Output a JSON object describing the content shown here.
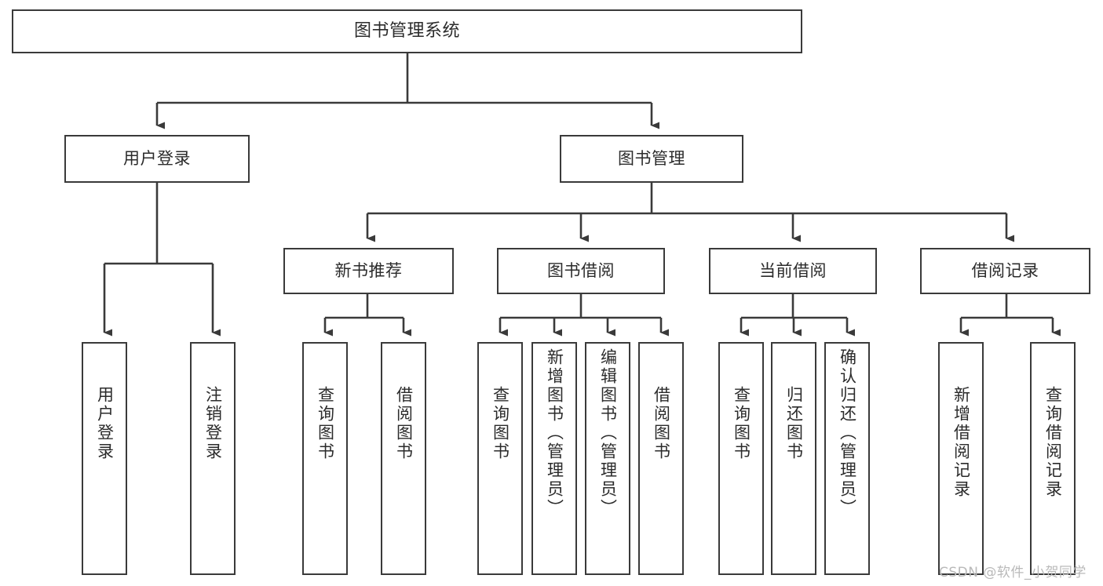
{
  "diagram": {
    "type": "tree-hierarchy",
    "title": "图书管理系统",
    "watermark": "CSDN @软件_小贺同学",
    "colors": {
      "background": "#ffffff",
      "stroke": "#3a3a3a",
      "text": "#2b2b2b",
      "watermark": "#b9b9b9"
    },
    "levels": {
      "level1": [
        {
          "id": "root",
          "label": "图书管理系统",
          "orientation": "horizontal"
        }
      ],
      "level2": [
        {
          "id": "user-login",
          "label": "用户登录",
          "orientation": "horizontal",
          "parent": "root"
        },
        {
          "id": "book-manage",
          "label": "图书管理",
          "orientation": "horizontal",
          "parent": "root"
        }
      ],
      "level3": [
        {
          "id": "new-book-rec",
          "label": "新书推荐",
          "orientation": "horizontal",
          "parent": "book-manage"
        },
        {
          "id": "book-borrow",
          "label": "图书借阅",
          "orientation": "horizontal",
          "parent": "book-manage"
        },
        {
          "id": "current-borrow",
          "label": "当前借阅",
          "orientation": "horizontal",
          "parent": "book-manage"
        },
        {
          "id": "borrow-record",
          "label": "借阅记录",
          "orientation": "horizontal",
          "parent": "book-manage"
        }
      ],
      "level4": [
        {
          "id": "leaf-user-login",
          "label": "用户登录",
          "orientation": "vertical",
          "parent": "user-login"
        },
        {
          "id": "leaf-logout",
          "label": "注销登录",
          "orientation": "vertical",
          "parent": "user-login"
        },
        {
          "id": "leaf-query-book-1",
          "label": "查询图书",
          "orientation": "vertical",
          "parent": "new-book-rec"
        },
        {
          "id": "leaf-borrow-book-1",
          "label": "借阅图书",
          "orientation": "vertical",
          "parent": "new-book-rec"
        },
        {
          "id": "leaf-query-book-2",
          "label": "查询图书",
          "orientation": "vertical",
          "parent": "book-borrow"
        },
        {
          "id": "leaf-add-book",
          "label": "新增图书（管理员）",
          "orientation": "vertical",
          "parent": "book-borrow"
        },
        {
          "id": "leaf-edit-book",
          "label": "编辑图书（管理员）",
          "orientation": "vertical",
          "parent": "book-borrow"
        },
        {
          "id": "leaf-borrow-book-2",
          "label": "借阅图书",
          "orientation": "vertical",
          "parent": "book-borrow"
        },
        {
          "id": "leaf-query-book-3",
          "label": "查询图书",
          "orientation": "vertical",
          "parent": "current-borrow"
        },
        {
          "id": "leaf-return-book",
          "label": "归还图书",
          "orientation": "vertical",
          "parent": "current-borrow"
        },
        {
          "id": "leaf-confirm-return",
          "label": "确认归还（管理员）",
          "orientation": "vertical",
          "parent": "current-borrow"
        },
        {
          "id": "leaf-add-record",
          "label": "新增借阅记录",
          "orientation": "vertical",
          "parent": "borrow-record"
        },
        {
          "id": "leaf-query-record",
          "label": "查询借阅记录",
          "orientation": "vertical",
          "parent": "borrow-record"
        }
      ]
    }
  }
}
